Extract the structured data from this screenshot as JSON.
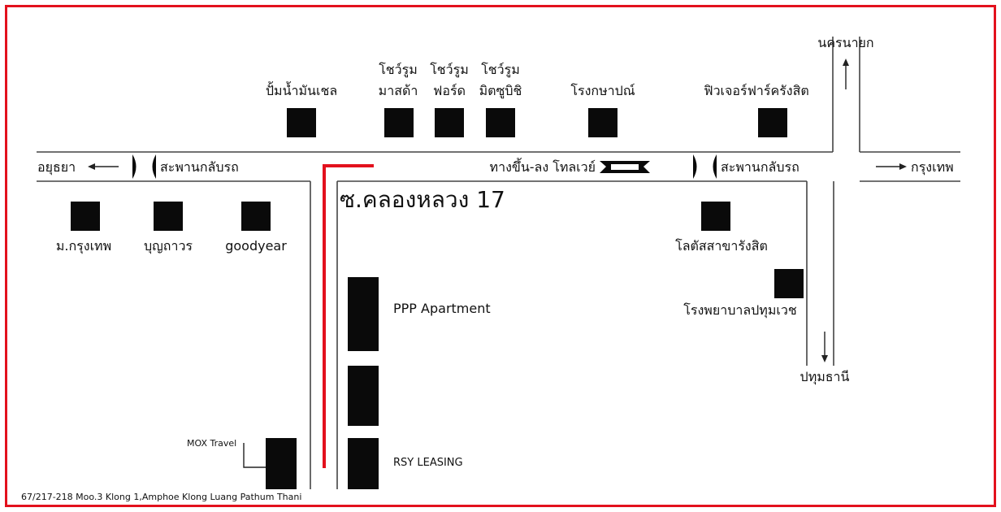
{
  "map": {
    "title": "ซ.คลองหลวง 17",
    "address": "67/217-218 Moo.3 Klong 1,Amphoe Klong Luang Pathum Thani",
    "directions": {
      "north": "นครนายก",
      "south": "ปทุมธานี",
      "west": "อยุธยา",
      "east": "กรุงเทพ"
    },
    "landmarks": {
      "gas_station": "ปั้มน้ำมันเชล",
      "showroom_mazda_1": "โชว์รูม",
      "showroom_mazda_2": "มาสด้า",
      "showroom_ford_1": "โชว์รูม",
      "showroom_ford_2": "ฟอร์ด",
      "showroom_mitsubishi_1": "โชว์รูม",
      "showroom_mitsubishi_2": "มิตซูบิชิ",
      "rice_mill": "โรงกษาปณ์",
      "future_park": "ฟิวเจอร์ฟาร์ครังสิต",
      "bangkok_university": "ม.กรุงเทพ",
      "boonthavorn": "บุญถาวร",
      "goodyear": "goodyear",
      "lotus": "โลตัสสาขารังสิต",
      "hospital": "โรงพยาบาลปทุมเวช",
      "ppp_apartment": "PPP Apartment",
      "rsy_leasing": "RSY LEASING",
      "mox_travel": "MOX Travel"
    },
    "road_labels": {
      "u_turn_west": "สะพานกลับรถ",
      "u_turn_east": "สะพานกลับรถ",
      "tollway": "ทางขึ้น-ลง โทลเวย์"
    },
    "colors": {
      "frame": "#e3111d",
      "route": "#e3111d",
      "block": "#0a0a0a",
      "road": "#444444"
    },
    "icons": {
      "u_turn": "u-turn-bridge-icon",
      "tollway": "tollway-gate-icon",
      "target": "target-location-icon"
    }
  }
}
